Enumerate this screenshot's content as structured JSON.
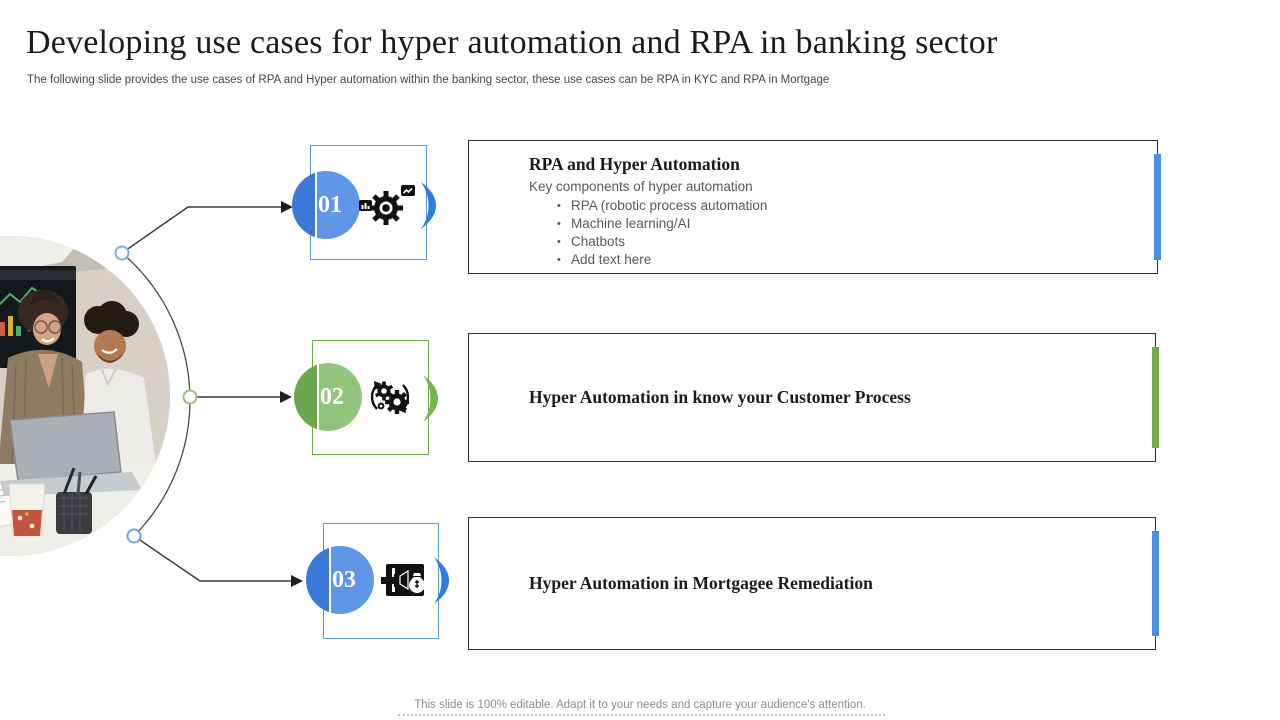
{
  "slide": {
    "title": "Developing use cases for hyper automation and RPA in banking sector",
    "subtitle": "The following slide provides the use cases of RPA and Hyper automation within the banking sector, these use cases can be RPA in KYC  and RPA in Mortgage",
    "footer": "This slide is 100% editable. Adapt it to your needs and capture your audience's attention."
  },
  "steps": [
    {
      "number": "01",
      "theme": "blue",
      "icon": "gear-automation-icon"
    },
    {
      "number": "02",
      "theme": "green",
      "icon": "gears-cycle-icon"
    },
    {
      "number": "03",
      "theme": "blue",
      "icon": "mortgage-money-icon"
    }
  ],
  "boxes": [
    {
      "title": "RPA and Hyper Automation",
      "subtitle": "Key components of hyper automation",
      "bullets": [
        "RPA (robotic process automation",
        "Machine learning/AI",
        "Chatbots",
        "Add text here"
      ]
    },
    {
      "title": "Hyper Automation in know your Customer Process"
    },
    {
      "title": "Hyper Automation in Mortgagee Remediation"
    }
  ],
  "colors": {
    "blue_dark": "#3c78d8",
    "blue_light": "#5f97e6",
    "blue_border": "#5b9bd5",
    "blue_chevron": "#2e7ce0",
    "blue_accent": "#4a8fe2",
    "blue_node": "#7fafe0",
    "green_dark": "#6aa84f",
    "green_light": "#93c47d",
    "green_border": "#70ad47",
    "green_chevron": "#78b450",
    "green_accent": "#70ad47",
    "green_node": "#9cc183",
    "line": "#3a3a3a"
  }
}
